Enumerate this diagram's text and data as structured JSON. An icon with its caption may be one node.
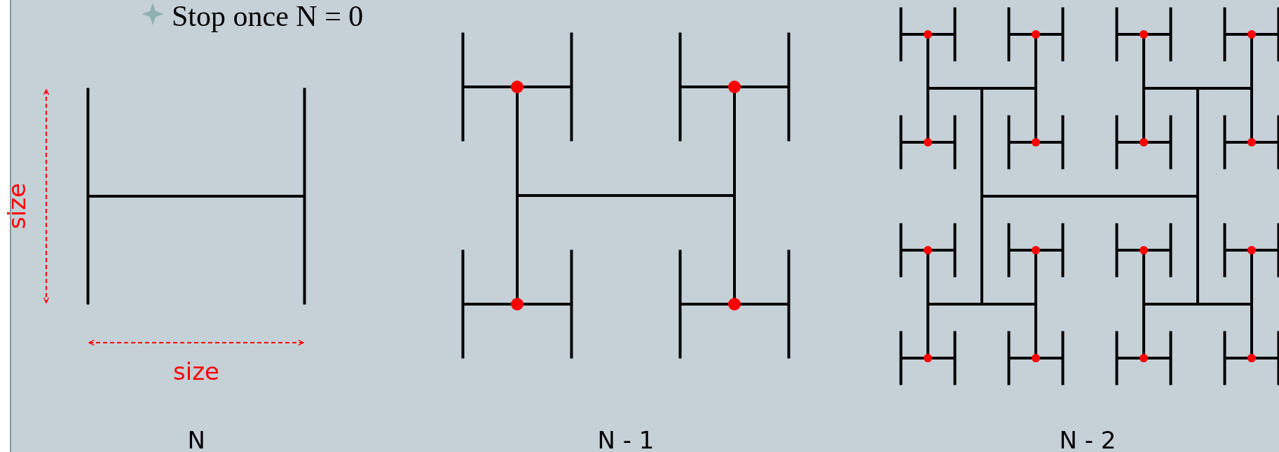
{
  "diagram": {
    "labels": [
      "Stop once N = 0",
      "size",
      "size",
      "N",
      "N - 1",
      "N - 2"
    ]
  }
}
